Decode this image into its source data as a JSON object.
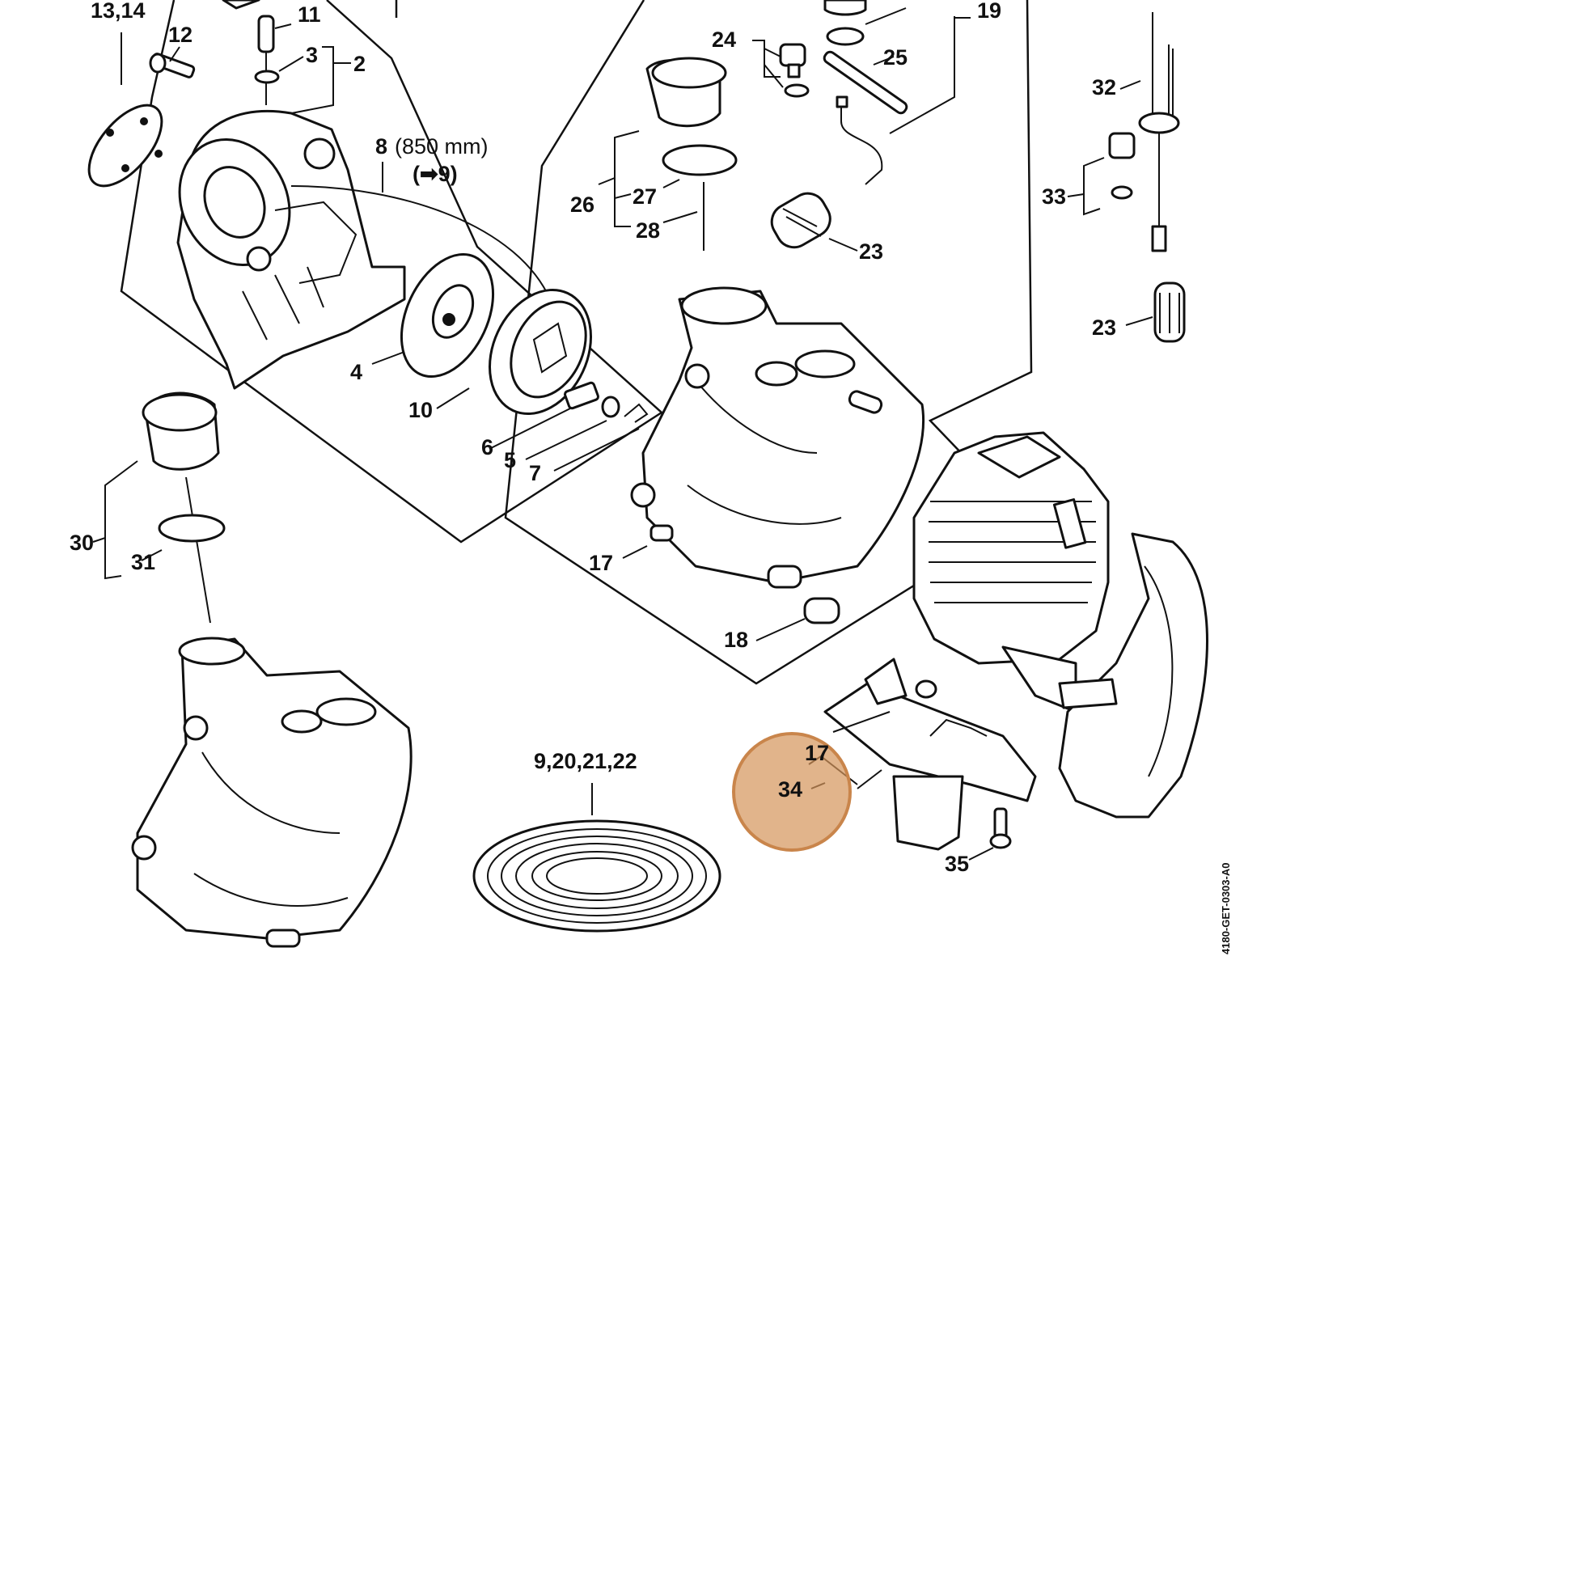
{
  "diagram": {
    "reference_code": "4180-GET-0303-A0",
    "highlight_color": "#d4945a",
    "callouts": {
      "c13_14": "13,14",
      "c12": "12",
      "c11": "11",
      "c3": "3",
      "c2": "2",
      "c8": "8",
      "c8_length": "(850 mm)",
      "c8_ref": "(➡9)",
      "c4": "4",
      "c10": "10",
      "c6": "6",
      "c5": "5",
      "c7": "7",
      "c24": "24",
      "c25": "25",
      "c19": "19",
      "c26": "26",
      "c27": "27",
      "c28": "28",
      "c23a": "23",
      "c32": "32",
      "c33": "33",
      "c23b": "23",
      "c30": "30",
      "c31": "31",
      "c17a": "17",
      "c18": "18",
      "c9_20_21_22": "9,20,21,22",
      "c17b": "17",
      "c34": "34",
      "c35": "35"
    }
  }
}
